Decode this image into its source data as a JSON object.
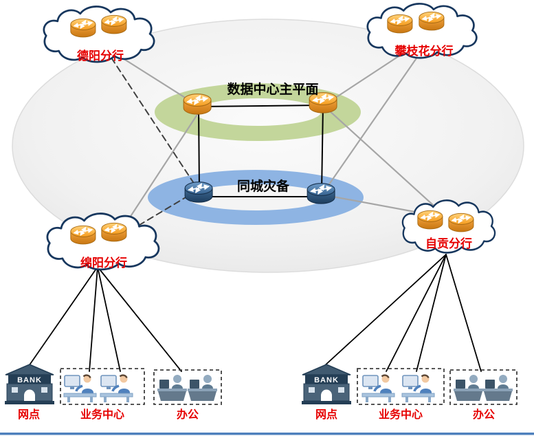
{
  "titles": {
    "main_plane": "数据中心主平面",
    "dr": "同城灾备"
  },
  "clouds": {
    "deyang": "德阳分行",
    "panzhihua": "攀枝花分行",
    "mianyang": "绵阳分行",
    "zigong": "自贡分行"
  },
  "bank_sign": "BANK",
  "sites": {
    "left": {
      "bank": "网点",
      "business": "业务中心",
      "office": "办公"
    },
    "right": {
      "bank": "网点",
      "business": "业务中心",
      "office": "办公"
    }
  },
  "icons": {
    "router": "router-icon",
    "router_dr": "dr-router-icon",
    "cloud": "branch-cloud-shape",
    "bank": "bank-building-icon",
    "workstation": "worker-at-computer-icon",
    "office": "office-worker-icon"
  },
  "colors": {
    "branch_label": "#e60000",
    "main_ring": "#c3d69b",
    "dr_ring": "#8eb4e3",
    "router_orange": "#f59b1e",
    "router_dark": "#35618e",
    "cloud_outline": "#17375e",
    "backbone_fill": "#efefef",
    "link_gray": "#a6a6a6",
    "link_black": "#000000",
    "bottom_bar": "#4f81bd"
  }
}
